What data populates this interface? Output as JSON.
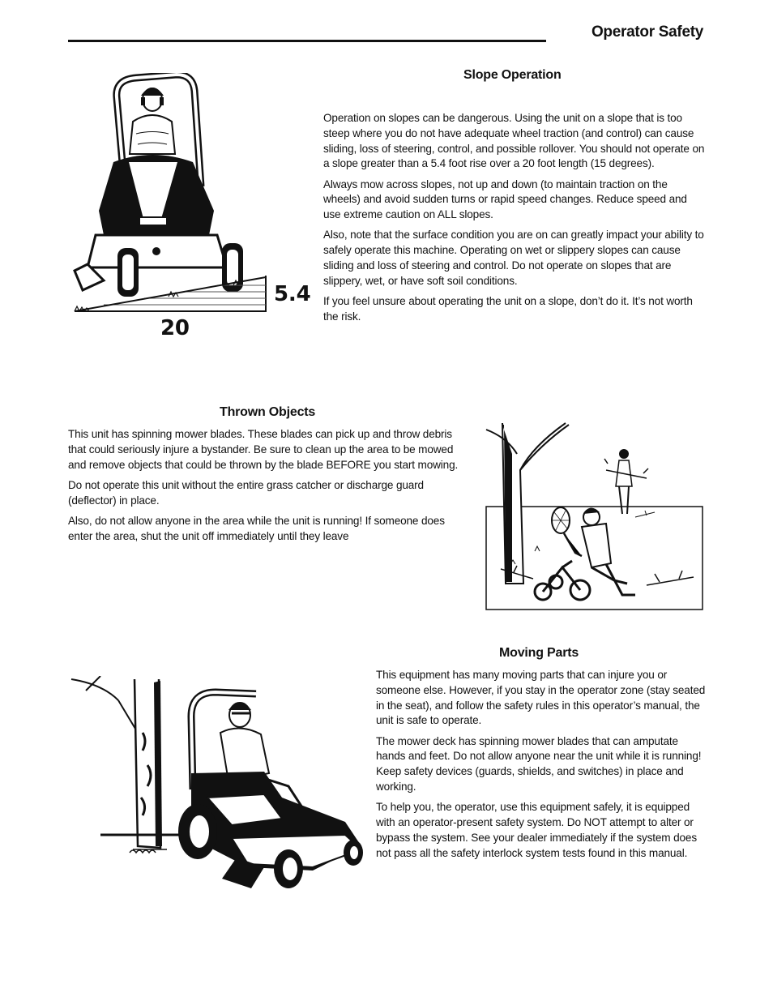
{
  "header": {
    "title": "Operator Safety"
  },
  "slope": {
    "heading": "Slope Operation",
    "paragraphs": [
      "Operation on slopes can be dangerous.  Using the unit on a slope that is too steep where you do not have adequate wheel traction (and control) can cause sliding, loss of steering, control, and possible rollover.  You should not operate on a slope greater than a 5.4 foot rise over a 20 foot length (15 degrees).",
      "Always mow across slopes, not up and down (to maintain traction on the wheels) and avoid sudden turns or rapid speed changes. Reduce speed and use extreme caution on ALL slopes.",
      "Also, note that the surface condition you are on can greatly impact your ability to safely operate this machine. Operating on wet or slippery slopes can cause sliding and loss of steering and control.  Do not operate on slopes that are slippery, wet, or have soft soil conditions.",
      "If you feel unsure about operating the unit on a slope, don’t do it.  It’s not worth the risk."
    ],
    "figure": {
      "rise_label": "5.4",
      "run_label": "20"
    }
  },
  "thrown": {
    "heading": "Thrown Objects",
    "paragraphs": [
      "This unit has spinning mower blades.  These blades can pick up and throw debris that could seriously injure a bystander.  Be sure to clean up the area to be mowed and remove objects that could be thrown by the blade BEFORE you start mowing.",
      "Do not operate this unit without the entire grass catcher or discharge guard (deflector) in place.",
      "Also, do not allow anyone in the area while the unit is running!  If someone does enter the area, shut the unit off immediately until they leave"
    ]
  },
  "moving": {
    "heading": "Moving Parts",
    "paragraphs": [
      "This equipment has many moving parts that can injure you or someone else.  However, if you stay in the operator zone (stay seated in the seat), and follow the safety rules in this operator’s manual, the unit is safe to operate.",
      "The mower deck has spinning mower blades that can amputate hands and feet.  Do not allow anyone near the unit while it is running!  Keep safety devices (guards, shields, and switches) in place and working.",
      "To help you, the operator, use this equipment safely, it is equipped with an operator-present safety system. Do NOT attempt to alter or bypass the system. See your dealer immediately if the system does not pass all the safety interlock system tests found in this manual."
    ]
  }
}
